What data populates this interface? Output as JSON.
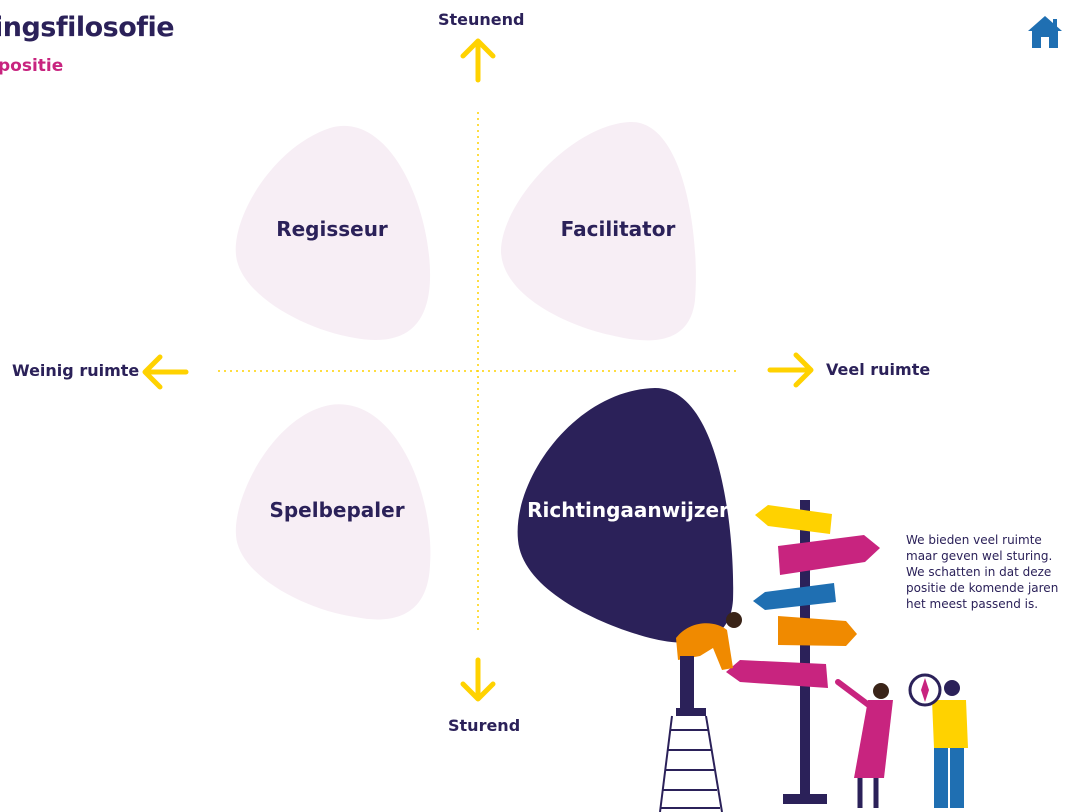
{
  "header": {
    "title": "ingsfilosofie",
    "subtitle": "positie"
  },
  "axes": {
    "top": "Steunend",
    "bottom": "Sturend",
    "left": "Weinig ruimte",
    "right": "Veel ruimte"
  },
  "quadrants": {
    "top_left": "Regisseur",
    "top_right": "Facilitator",
    "bottom_left": "Spelbepaler",
    "bottom_right": "Richtingaanwijzer"
  },
  "selected_quadrant": "Richtingaanwijzer",
  "description": {
    "lines": [
      "We bieden veel ruimte",
      "maar geven wel sturing.",
      "We schatten in dat deze",
      "positie de komende jaren",
      "het meest passend is."
    ]
  },
  "icons": {
    "home": "home-icon"
  },
  "colors": {
    "navy": "#2b2159",
    "magenta": "#c8247f",
    "yellow": "#ffd200",
    "light_pink": "#f7eef5",
    "home_blue": "#1f6fb2"
  }
}
